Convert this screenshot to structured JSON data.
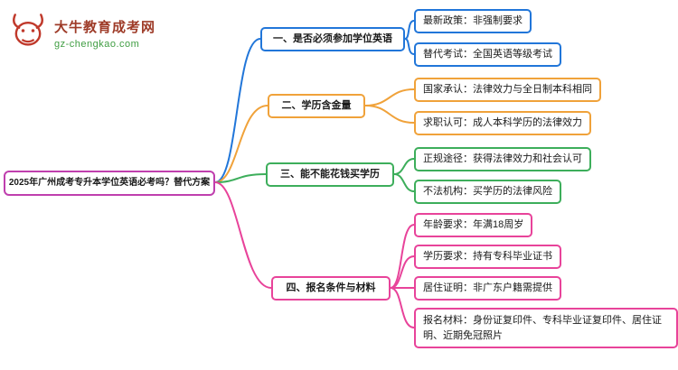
{
  "logo": {
    "title": "大牛教育成考网",
    "subtitle": "gz-chengkao.com",
    "brand_color": "#9e3b28",
    "subtitle_color": "#3f9d42",
    "icon_color": "#c0392b"
  },
  "root": {
    "label": "2025年广州成考专升本学位英语必考吗？替代方案",
    "color": "#bf3fae"
  },
  "branches": [
    {
      "label": "一、是否必须参加学位英语",
      "color": "#2176d9",
      "children": [
        {
          "label": "最新政策：非强制要求"
        },
        {
          "label": "替代考试：全国英语等级考试"
        }
      ]
    },
    {
      "label": "二、学历含金量",
      "color": "#f0a23a",
      "children": [
        {
          "label": "国家承认：法律效力与全日制本科相同"
        },
        {
          "label": "求职认可：成人本科学历的法律效力"
        }
      ]
    },
    {
      "label": "三、能不能花钱买学历",
      "color": "#3dae5b",
      "children": [
        {
          "label": "正规途径：获得法律效力和社会认可"
        },
        {
          "label": "不法机构：买学历的法律风险"
        }
      ]
    },
    {
      "label": "四、报名条件与材料",
      "color": "#e8439a",
      "children": [
        {
          "label": "年龄要求：年满18周岁"
        },
        {
          "label": "学历要求：持有专科毕业证书"
        },
        {
          "label": "居住证明：非广东户籍需提供"
        },
        {
          "label": "报名材料：身份证复印件、专科毕业证复印件、居住证明、近期免冠照片"
        }
      ]
    }
  ]
}
